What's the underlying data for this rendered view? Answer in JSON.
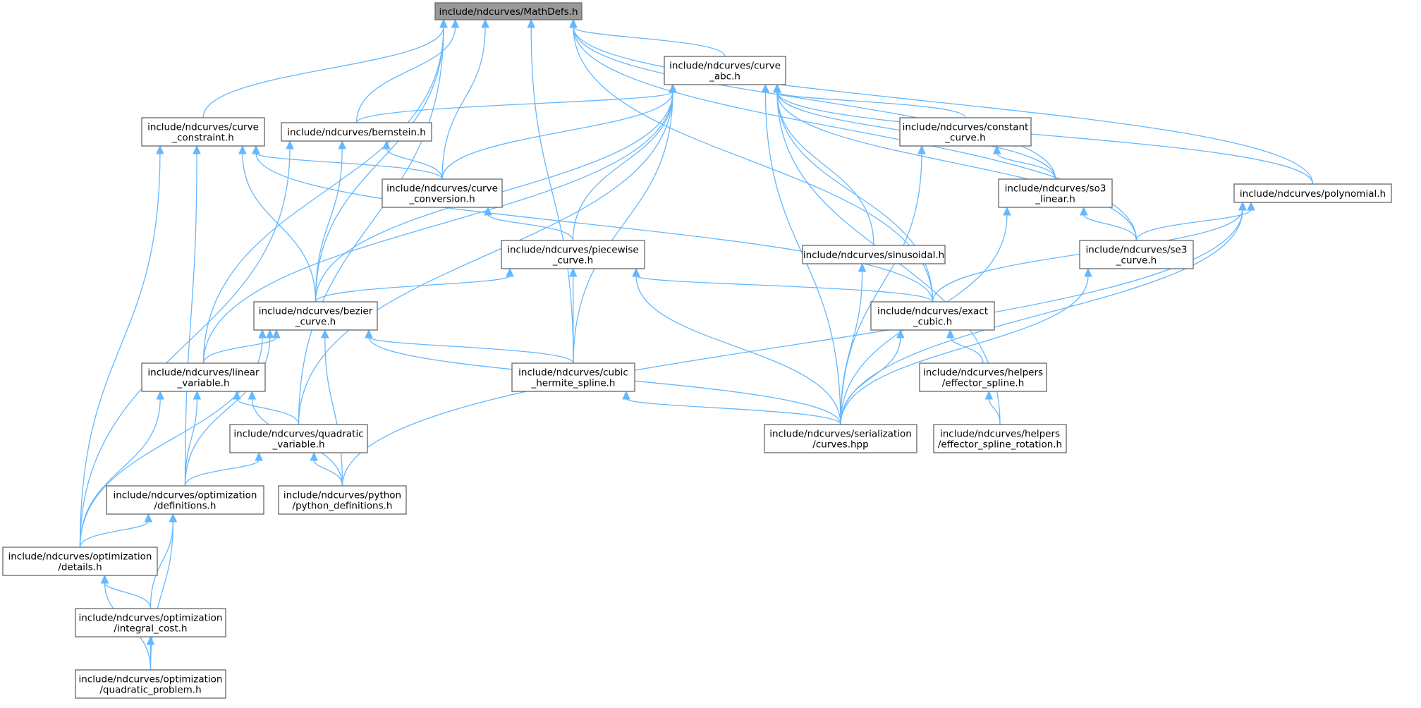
{
  "graph": {
    "colors": {
      "edge": "#63b8ff",
      "root_fill": "#999999",
      "node_border": "#666666"
    },
    "nodes": [
      {
        "id": "mathdefs",
        "lines": [
          "include/ndcurves/MathDefs.h"
        ],
        "root": true
      },
      {
        "id": "curve_abc",
        "lines": [
          "include/ndcurves/curve",
          "_abc.h"
        ]
      },
      {
        "id": "curve_constraint",
        "lines": [
          "include/ndcurves/curve",
          "_constraint.h"
        ]
      },
      {
        "id": "bernstein",
        "lines": [
          "include/ndcurves/bernstein.h"
        ]
      },
      {
        "id": "constant_curve",
        "lines": [
          "include/ndcurves/constant",
          "_curve.h"
        ]
      },
      {
        "id": "curve_conversion",
        "lines": [
          "include/ndcurves/curve",
          "_conversion.h"
        ]
      },
      {
        "id": "so3_linear",
        "lines": [
          "include/ndcurves/so3",
          "_linear.h"
        ]
      },
      {
        "id": "polynomial",
        "lines": [
          "include/ndcurves/polynomial.h"
        ]
      },
      {
        "id": "piecewise_curve",
        "lines": [
          "include/ndcurves/piecewise",
          "_curve.h"
        ]
      },
      {
        "id": "sinusoidal",
        "lines": [
          "include/ndcurves/sinusoidal.h"
        ]
      },
      {
        "id": "se3_curve",
        "lines": [
          "include/ndcurves/se3",
          "_curve.h"
        ]
      },
      {
        "id": "bezier_curve",
        "lines": [
          "include/ndcurves/bezier",
          "_curve.h"
        ]
      },
      {
        "id": "exact_cubic",
        "lines": [
          "include/ndcurves/exact",
          "_cubic.h"
        ]
      },
      {
        "id": "linear_variable",
        "lines": [
          "include/ndcurves/linear",
          "_variable.h"
        ]
      },
      {
        "id": "cubic_hermite",
        "lines": [
          "include/ndcurves/cubic",
          "_hermite_spline.h"
        ]
      },
      {
        "id": "effector_spline",
        "lines": [
          "include/ndcurves/helpers",
          "/effector_spline.h"
        ]
      },
      {
        "id": "quadratic_variable",
        "lines": [
          "include/ndcurves/quadratic",
          "_variable.h"
        ]
      },
      {
        "id": "serialization",
        "lines": [
          "include/ndcurves/serialization",
          "/curves.hpp"
        ]
      },
      {
        "id": "effector_spline_rotation",
        "lines": [
          "include/ndcurves/helpers",
          "/effector_spline_rotation.h"
        ]
      },
      {
        "id": "opt_definitions",
        "lines": [
          "include/ndcurves/optimization",
          "/definitions.h"
        ]
      },
      {
        "id": "python_definitions",
        "lines": [
          "include/ndcurves/python",
          "/python_definitions.h"
        ]
      },
      {
        "id": "opt_details",
        "lines": [
          "include/ndcurves/optimization",
          "/details.h"
        ]
      },
      {
        "id": "integral_cost",
        "lines": [
          "include/ndcurves/optimization",
          "/integral_cost.h"
        ]
      },
      {
        "id": "quadratic_problem",
        "lines": [
          "include/ndcurves/optimization",
          "/quadratic_problem.h"
        ]
      }
    ],
    "edges": [
      [
        "mathdefs",
        "curve_abc"
      ],
      [
        "mathdefs",
        "curve_constraint"
      ],
      [
        "mathdefs",
        "bernstein"
      ],
      [
        "mathdefs",
        "curve_conversion"
      ],
      [
        "mathdefs",
        "bezier_curve"
      ],
      [
        "mathdefs",
        "linear_variable"
      ],
      [
        "mathdefs",
        "quadratic_variable"
      ],
      [
        "mathdefs",
        "cubic_hermite"
      ],
      [
        "mathdefs",
        "so3_linear"
      ],
      [
        "mathdefs",
        "se3_curve"
      ],
      [
        "mathdefs",
        "polynomial"
      ],
      [
        "mathdefs",
        "exact_cubic"
      ],
      [
        "curve_abc",
        "bernstein"
      ],
      [
        "curve_abc",
        "curve_conversion"
      ],
      [
        "curve_abc",
        "bezier_curve"
      ],
      [
        "curve_abc",
        "linear_variable"
      ],
      [
        "curve_abc",
        "piecewise_curve"
      ],
      [
        "curve_abc",
        "cubic_hermite"
      ],
      [
        "curve_abc",
        "quadratic_variable"
      ],
      [
        "curve_abc",
        "serialization"
      ],
      [
        "curve_abc",
        "sinusoidal"
      ],
      [
        "curve_abc",
        "exact_cubic"
      ],
      [
        "curve_abc",
        "constant_curve"
      ],
      [
        "curve_abc",
        "so3_linear"
      ],
      [
        "curve_abc",
        "se3_curve"
      ],
      [
        "curve_abc",
        "polynomial"
      ],
      [
        "curve_abc",
        "effector_spline_rotation"
      ],
      [
        "curve_constraint",
        "curve_conversion"
      ],
      [
        "curve_constraint",
        "bezier_curve"
      ],
      [
        "curve_constraint",
        "exact_cubic"
      ],
      [
        "curve_constraint",
        "opt_definitions"
      ],
      [
        "curve_constraint",
        "opt_details"
      ],
      [
        "bernstein",
        "curve_conversion"
      ],
      [
        "bernstein",
        "bezier_curve"
      ],
      [
        "bernstein",
        "opt_details"
      ],
      [
        "curve_conversion",
        "piecewise_curve"
      ],
      [
        "piecewise_curve",
        "bezier_curve"
      ],
      [
        "piecewise_curve",
        "cubic_hermite"
      ],
      [
        "piecewise_curve",
        "exact_cubic"
      ],
      [
        "piecewise_curve",
        "serialization"
      ],
      [
        "bezier_curve",
        "linear_variable"
      ],
      [
        "bezier_curve",
        "cubic_hermite"
      ],
      [
        "bezier_curve",
        "serialization"
      ],
      [
        "bezier_curve",
        "opt_definitions"
      ],
      [
        "bezier_curve",
        "opt_details"
      ],
      [
        "bezier_curve",
        "python_definitions"
      ],
      [
        "constant_curve",
        "so3_linear"
      ],
      [
        "constant_curve",
        "serialization"
      ],
      [
        "so3_linear",
        "se3_curve"
      ],
      [
        "so3_linear",
        "serialization"
      ],
      [
        "polynomial",
        "se3_curve"
      ],
      [
        "polynomial",
        "exact_cubic"
      ],
      [
        "polynomial",
        "serialization"
      ],
      [
        "polynomial",
        "python_definitions"
      ],
      [
        "sinusoidal",
        "serialization"
      ],
      [
        "se3_curve",
        "serialization"
      ],
      [
        "exact_cubic",
        "effector_spline"
      ],
      [
        "exact_cubic",
        "serialization"
      ],
      [
        "effector_spline",
        "effector_spline_rotation"
      ],
      [
        "linear_variable",
        "quadratic_variable"
      ],
      [
        "linear_variable",
        "opt_definitions"
      ],
      [
        "linear_variable",
        "python_definitions"
      ],
      [
        "linear_variable",
        "opt_details"
      ],
      [
        "cubic_hermite",
        "serialization"
      ],
      [
        "quadratic_variable",
        "opt_definitions"
      ],
      [
        "quadratic_variable",
        "python_definitions"
      ],
      [
        "opt_definitions",
        "opt_details"
      ],
      [
        "opt_definitions",
        "integral_cost"
      ],
      [
        "opt_definitions",
        "quadratic_problem"
      ],
      [
        "opt_details",
        "integral_cost"
      ],
      [
        "opt_details",
        "quadratic_problem"
      ],
      [
        "integral_cost",
        "quadratic_problem"
      ]
    ]
  }
}
